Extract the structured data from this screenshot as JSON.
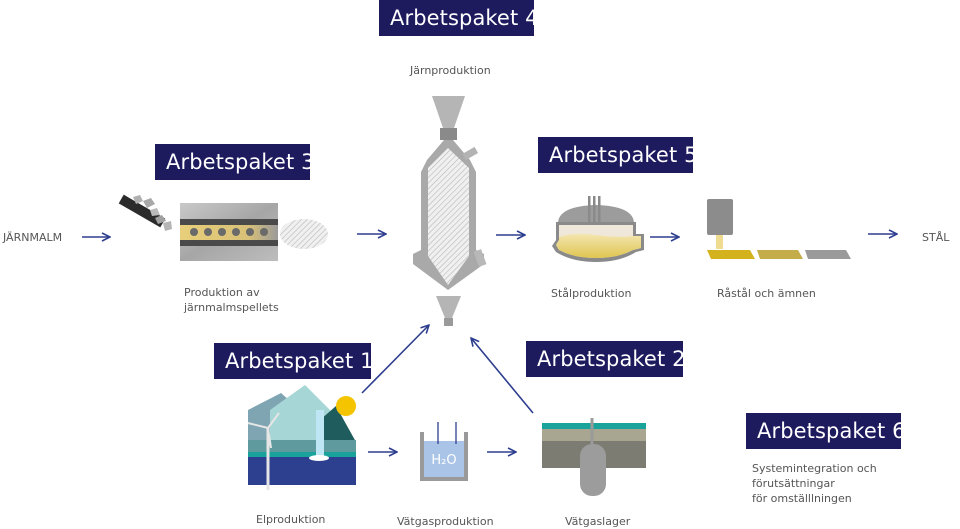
{
  "work_packages": {
    "wp1": "Arbetspaket 1",
    "wp2": "Arbetspaket 2",
    "wp3": "Arbetspaket 3",
    "wp4": "Arbetspaket 4",
    "wp5": "Arbetspaket 5",
    "wp6": "Arbetspaket 6"
  },
  "process_steps": {
    "input": "JÄRNMALM",
    "pellets_line1": "Produktion av",
    "pellets_line2": "järnmalmspellets",
    "iron": "Järnproduktion",
    "steel": "Stålproduktion",
    "crude_steel": "Råstål och ämnen",
    "output": "STÅL",
    "electricity": "Elproduktion",
    "hydrogen_production": "Vätgasproduktion",
    "hydrogen_storage": "Vätgaslager",
    "system_line1": "Systemintegration och förutsättningar",
    "system_line2": "för omställlningen"
  },
  "h2o_label": "H₂O",
  "colors": {
    "label_bg": "#1d1a5e",
    "arrow": "#2e3e8f",
    "sun": "#f5c400",
    "sea": "#2d3f8f",
    "teal": "#1aa39a",
    "gold": "#e6c86a"
  }
}
